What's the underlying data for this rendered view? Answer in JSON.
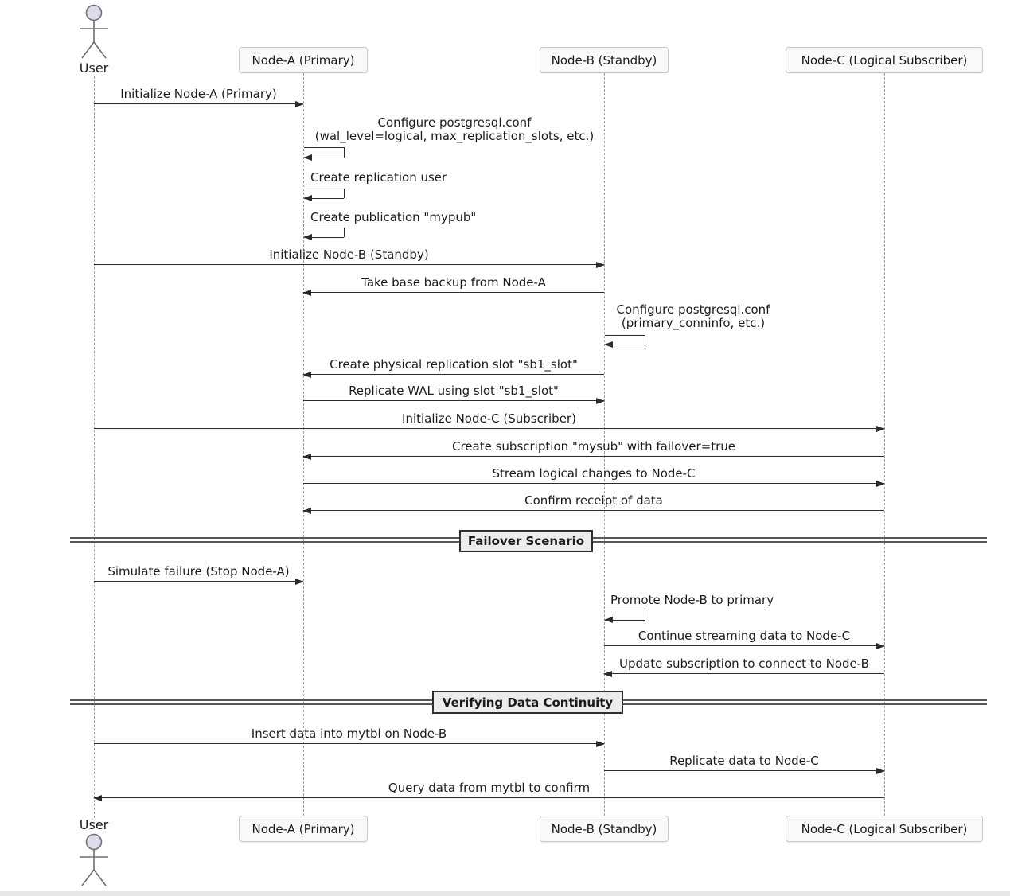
{
  "actor": {
    "label": "User"
  },
  "participants": {
    "node_a": "Node-A (Primary)",
    "node_b": "Node-B (Standby)",
    "node_c": "Node-C (Logical Subscriber)"
  },
  "messages": [
    {
      "label": "Initialize Node-A (Primary)",
      "from": "User",
      "to": "Node-A",
      "kind": "arrow-right"
    },
    {
      "line1": "Configure postgresql.conf",
      "line2": "(wal_level=logical, max_replication_slots, etc.)",
      "from": "Node-A",
      "to": "Node-A",
      "kind": "self"
    },
    {
      "label": "Create replication user",
      "from": "Node-A",
      "to": "Node-A",
      "kind": "self"
    },
    {
      "label": "Create publication \"mypub\"",
      "from": "Node-A",
      "to": "Node-A",
      "kind": "self"
    },
    {
      "label": "Initialize Node-B (Standby)",
      "from": "User",
      "to": "Node-B",
      "kind": "arrow-right"
    },
    {
      "label": "Take base backup from Node-A",
      "from": "Node-B",
      "to": "Node-A",
      "kind": "arrow-left"
    },
    {
      "line1": "Configure postgresql.conf",
      "line2": "(primary_conninfo, etc.)",
      "from": "Node-B",
      "to": "Node-B",
      "kind": "self"
    },
    {
      "label": "Create physical replication slot \"sb1_slot\"",
      "from": "Node-B",
      "to": "Node-A",
      "kind": "arrow-left"
    },
    {
      "label": "Replicate WAL using slot \"sb1_slot\"",
      "from": "Node-A",
      "to": "Node-B",
      "kind": "arrow-right"
    },
    {
      "label": "Initialize Node-C (Subscriber)",
      "from": "User",
      "to": "Node-C",
      "kind": "arrow-right"
    },
    {
      "label": "Create subscription \"mysub\" with failover=true",
      "from": "Node-C",
      "to": "Node-A",
      "kind": "arrow-left"
    },
    {
      "label": "Stream logical changes to Node-C",
      "from": "Node-A",
      "to": "Node-C",
      "kind": "arrow-right"
    },
    {
      "label": "Confirm receipt of data",
      "from": "Node-C",
      "to": "Node-A",
      "kind": "arrow-left"
    },
    {
      "label": "Simulate failure (Stop Node-A)",
      "from": "User",
      "to": "Node-A",
      "kind": "arrow-right"
    },
    {
      "label": "Promote Node-B to primary",
      "from": "Node-B",
      "to": "Node-B",
      "kind": "self"
    },
    {
      "label": "Continue streaming data to Node-C",
      "from": "Node-B",
      "to": "Node-C",
      "kind": "arrow-right"
    },
    {
      "label": "Update subscription to connect to Node-B",
      "from": "Node-C",
      "to": "Node-B",
      "kind": "arrow-left"
    },
    {
      "label": "Insert data into mytbl on Node-B",
      "from": "User",
      "to": "Node-B",
      "kind": "arrow-right"
    },
    {
      "label": "Replicate data to Node-C",
      "from": "Node-B",
      "to": "Node-C",
      "kind": "arrow-right"
    },
    {
      "label": "Query data from mytbl to confirm",
      "from": "Node-C",
      "to": "User",
      "kind": "arrow-left"
    }
  ],
  "dividers": [
    "Failover Scenario",
    "Verifying Data Continuity"
  ],
  "colors": {
    "background": "#ffffff",
    "arrow": "#2b2b2b",
    "lifeline": "#a0a0a0",
    "participant_fill": "#f9f9f9",
    "participant_border": "#c8c8c8",
    "actor_head_fill": "#dbdbeb",
    "actor_stroke": "#6f6f6f",
    "divider_fill": "#ececec",
    "divider_border": "#2e2e2e",
    "text": "#1c1c1c"
  }
}
